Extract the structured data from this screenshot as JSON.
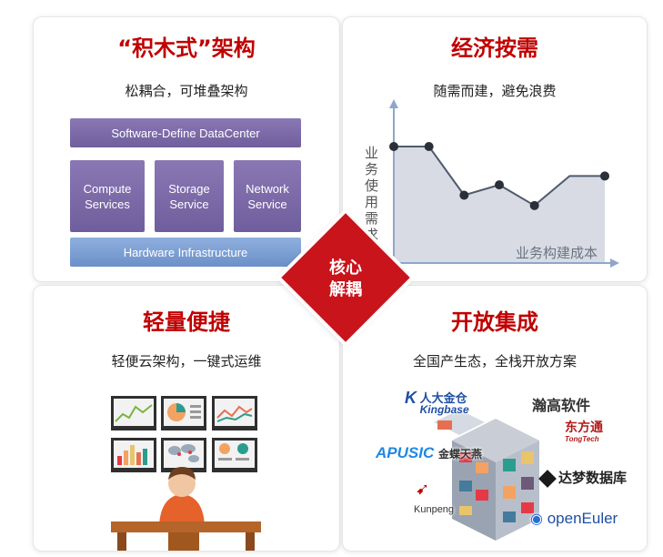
{
  "quadrants": {
    "top_left": {
      "title": "“积木式”架构",
      "subtitle": "松耦合，可堆叠架构",
      "diagram": {
        "top_layer": "Software-Define DataCenter",
        "services": [
          {
            "line1": "Compute",
            "line2": "Services"
          },
          {
            "line1": "Storage",
            "line2": "Service"
          },
          {
            "line1": "Network",
            "line2": "Service"
          }
        ],
        "bottom_layer": "Hardware Infrastructure"
      }
    },
    "top_right": {
      "title": "经济按需",
      "subtitle": "随需而建，避免浪费",
      "chart_data": {
        "type": "area",
        "ylabel": "业务使用需求",
        "xlabel": "业务构建成本",
        "x": [
          0,
          1,
          2,
          3,
          4,
          5,
          6
        ],
        "values": [
          0.79,
          0.79,
          0.46,
          0.53,
          0.39,
          0.59,
          0.59
        ],
        "points_shown": [
          0,
          1,
          2,
          3,
          4,
          6
        ],
        "grid": false,
        "colors": {
          "fill": "#d8dbe3",
          "line": "#4f5a6e",
          "axis": "#8ea6c9"
        }
      }
    },
    "bottom_left": {
      "title": "轻量便捷",
      "subtitle": "轻便云架构，一键式运维"
    },
    "bottom_right": {
      "title": "开放集成",
      "subtitle": "全国产生态，全栈开放方案",
      "logos": {
        "kingbase_cn": "人大金仓",
        "kingbase_en": "Kingbase",
        "hanyun": "瀚高软件",
        "dongfangtong": "东方通",
        "dongfangtong_en": "TongTech",
        "apusic": "APUSIC",
        "apusic_cn": "金蝶天燕",
        "dameng": "达梦数据库",
        "kunpeng": "Kunpeng",
        "openeuler": "openEuler"
      }
    }
  },
  "center": {
    "line1": "核心",
    "line2": "解耦"
  },
  "colors": {
    "accent": "#c00000",
    "diamond": "#c9141b",
    "purple": "#7563a6",
    "blue": "#7b9bd1"
  }
}
